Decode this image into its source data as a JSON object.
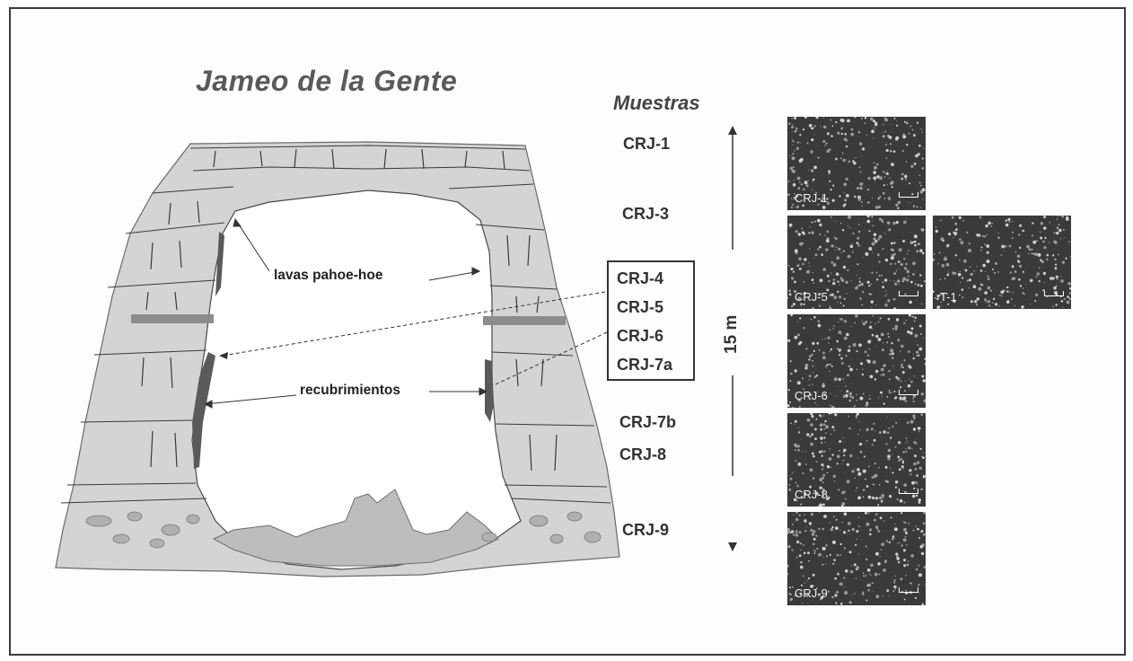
{
  "title": "Jameo de la Gente",
  "samples_heading": "Muestras",
  "samples": [
    "CRJ-1",
    "CRJ-3",
    "CRJ-4",
    "CRJ-5",
    "CRJ-6",
    "CRJ-7a",
    "CRJ-7b",
    "CRJ-8",
    "CRJ-9"
  ],
  "scale_label": "15 m",
  "callouts": {
    "lava": "lavas pahoe-hoe",
    "coatings": "recubrimientos"
  },
  "micrographs": [
    {
      "caption": "CRJ-1"
    },
    {
      "caption": "CRJ-5"
    },
    {
      "caption": "T-1"
    },
    {
      "caption": "CRJ-6"
    },
    {
      "caption": "CRJ-8"
    },
    {
      "caption": "CRJ-9"
    }
  ],
  "colors": {
    "rock": "#d3d3d3",
    "coating": "#5a5a5a",
    "lines": "#2a2a2a",
    "micrograph_bg": "#3a3a3a"
  }
}
